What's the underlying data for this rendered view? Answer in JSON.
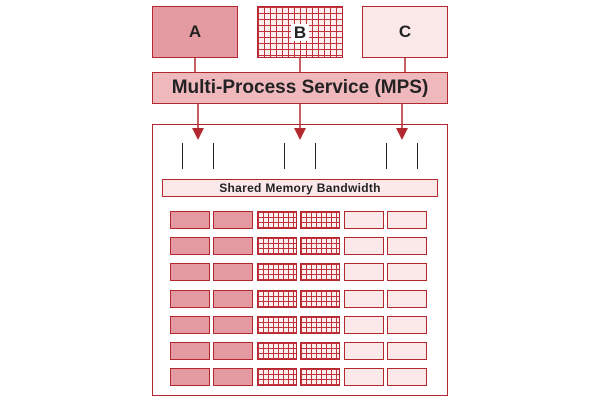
{
  "processes": [
    {
      "id": "a",
      "label": "A",
      "fill": "solid"
    },
    {
      "id": "b",
      "label": "B",
      "fill": "grid"
    },
    {
      "id": "c",
      "label": "C",
      "fill": "light"
    }
  ],
  "mps": {
    "label": "Multi-Process Service (MPS)"
  },
  "memory": {
    "label": "Shared Memory Bandwidth"
  },
  "colors": {
    "border": "#b3282f",
    "solid": "#e49aa1",
    "mps_fill": "#eeb8bd",
    "light": "#fbe9ea",
    "grid_line": "#c2323a"
  },
  "partition_rows": 7
}
